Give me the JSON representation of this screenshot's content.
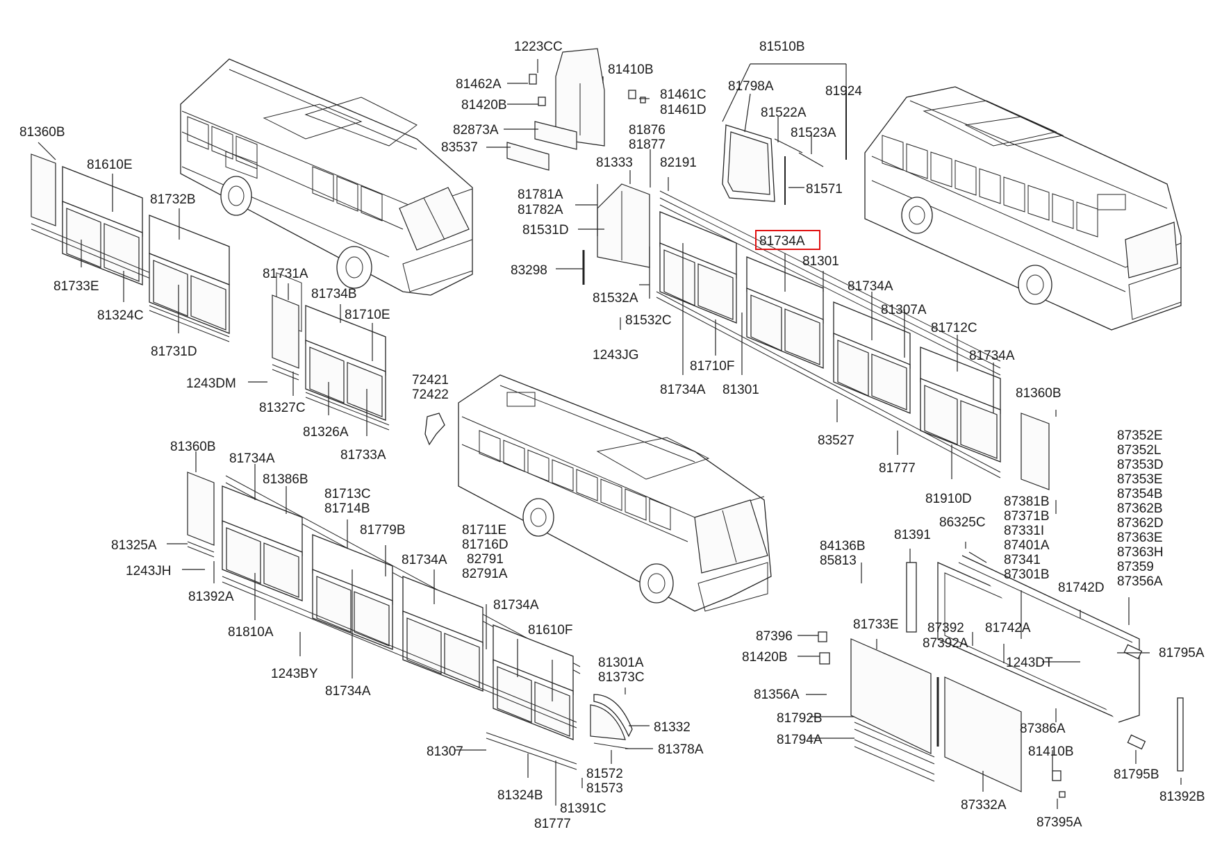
{
  "highlight": {
    "label": "81734A",
    "color": "#e01010"
  },
  "labels": {
    "l1223CC": "1223CC",
    "l81462A": "81462A",
    "l81420B_t": "81420B",
    "l81410B_t": "81410B",
    "l81461C": "81461C",
    "l81461D": "81461D",
    "l82873A": "82873A",
    "l83537": "83537",
    "l81510B": "81510B",
    "l81798A": "81798A",
    "l81924": "81924",
    "l81522A": "81522A",
    "l81523A": "81523A",
    "l81571": "81571",
    "l81876": "81876",
    "l81877": "81877",
    "l81333": "81333",
    "l82191": "82191",
    "l81781A": "81781A",
    "l81782A": "81782A",
    "l81531D": "81531D",
    "l83298": "83298",
    "l81532A": "81532A",
    "l81532C": "81532C",
    "l1243JG": "1243JG",
    "l81734A_hl": "81734A",
    "l81301_a": "81301",
    "l81734A_b": "81734A",
    "l81307A": "81307A",
    "l81712C": "81712C",
    "l81734A_c": "81734A",
    "l81710F": "81710F",
    "l81734A_d": "81734A",
    "l81301_b": "81301",
    "l83527": "83527",
    "l81777_a": "81777",
    "l81910D": "81910D",
    "l81360B_a": "81360B",
    "l81610E": "81610E",
    "l81732B": "81732B",
    "l81733E_a": "81733E",
    "l81324C": "81324C",
    "l81731D": "81731D",
    "l81731A": "81731A",
    "l81734B": "81734B",
    "l81710E": "81710E",
    "l1243DM": "1243DM",
    "l81327C": "81327C",
    "l81326A": "81326A",
    "l81733A": "81733A",
    "l72421": "72421",
    "l72422": "72422",
    "l81360B_b": "81360B",
    "l81734A_e": "81734A",
    "l81386B": "81386B",
    "l81713C": "81713C",
    "l81714B": "81714B",
    "l81779B": "81779B",
    "l81711E": "81711E",
    "l81716D": "81716D",
    "l82791": "82791",
    "l82791A": "82791A",
    "l81734A_f": "81734A",
    "l81325A": "81325A",
    "l1243JH": "1243JH",
    "l81392A": "81392A",
    "l81734A_g": "81734A",
    "l81610F": "81610F",
    "l81810A": "81810A",
    "l1243BY": "1243BY",
    "l81734A_h": "81734A",
    "l81301A": "81301A",
    "l81373C": "81373C",
    "l81332": "81332",
    "l81307": "81307",
    "l81378A": "81378A",
    "l81572": "81572",
    "l81573": "81573",
    "l81324B": "81324B",
    "l81391C": "81391C",
    "l81777_b": "81777",
    "l81360B_c": "81360B",
    "l87352E": "87352E",
    "l87352L": "87352L",
    "l87353D": "87353D",
    "l87353E": "87353E",
    "l87354B": "87354B",
    "l87362B": "87362B",
    "l87362D": "87362D",
    "l87363E": "87363E",
    "l87363H": "87363H",
    "l87359": "87359",
    "l87356A": "87356A",
    "l87381B": "87381B",
    "l87371B": "87371B",
    "l87331I": "87331I",
    "l87401A": "87401A",
    "l87341": "87341",
    "l87301B": "87301B",
    "l86325C": "86325C",
    "l81391": "81391",
    "l84136B": "84136B",
    "l85813": "85813",
    "l81742D": "81742D",
    "l87392": "87392",
    "l87392A": "87392A",
    "l81742A": "81742A",
    "l81733E_b": "81733E",
    "l87396": "87396",
    "l81420B_b": "81420B",
    "l1243DT": "1243DT",
    "l81795A": "81795A",
    "l81356A": "81356A",
    "l81792B": "81792B",
    "l87386A": "87386A",
    "l81794A": "81794A",
    "l81410B_b": "81410B",
    "l81795B": "81795B",
    "l87332A": "87332A",
    "l81392B": "81392B",
    "l87395A": "87395A"
  }
}
